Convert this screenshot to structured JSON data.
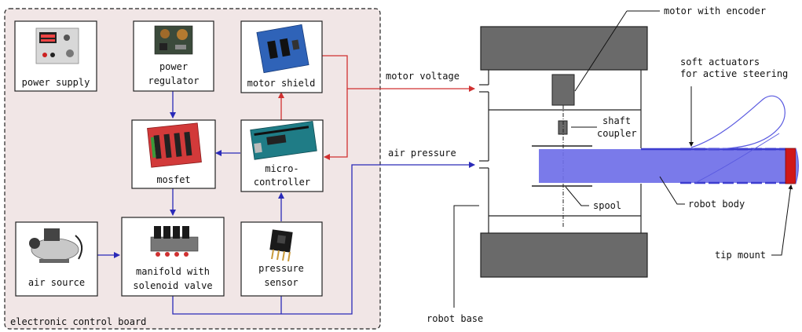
{
  "board": {
    "label": "electronic control board"
  },
  "components": {
    "power_supply": "power supply",
    "power_regulator": [
      "power",
      "regulator"
    ],
    "motor_shield": "motor shield",
    "mosfet": "mosfet",
    "microcontroller": [
      "micro-",
      "controller"
    ],
    "air_source": "air source",
    "manifold": [
      "manifold with",
      "solenoid valve"
    ],
    "pressure_sensor": [
      "pressure",
      "sensor"
    ]
  },
  "signals": {
    "motor_voltage": "motor voltage",
    "air_pressure": "air pressure"
  },
  "robot_labels": {
    "motor_with_encoder": "motor with encoder",
    "soft_actuators": [
      "soft actuators",
      "for active steering"
    ],
    "shaft_coupler": [
      "shaft",
      "coupler"
    ],
    "spool": "spool",
    "robot_body": "robot body",
    "tip_mount": "tip mount",
    "robot_base": "robot base"
  },
  "colors": {
    "board_fill": "#f1e6e6",
    "power_line": "#d03030",
    "air_line": "#2a2ab8",
    "robot_body": "#6f6fe8",
    "tip": "#d01818",
    "dark_block": "#6a6a6a"
  }
}
